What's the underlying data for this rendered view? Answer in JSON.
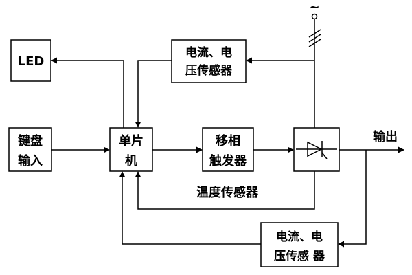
{
  "blocks": {
    "led": {
      "label": "LED"
    },
    "sensor_top": {
      "line1": "电流、电",
      "line2": "压传感器"
    },
    "keyboard": {
      "line1": "键盘",
      "line2": "输入"
    },
    "mcu": {
      "line1": "单片",
      "line2": "机"
    },
    "trigger": {
      "line1": "移相",
      "line2": "触发器"
    },
    "sensor_bottom": {
      "line1": "电流、电",
      "line2": "压传感 器"
    }
  },
  "labels": {
    "temperature_sensor": "温度传感器",
    "output": "输出",
    "ac_source": "~"
  },
  "style": {
    "line_color": "#000000",
    "background": "#ffffff"
  }
}
